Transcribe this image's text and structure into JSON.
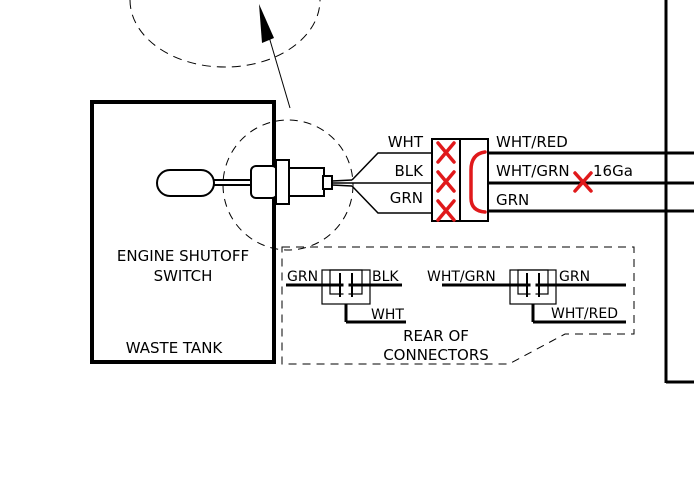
{
  "tank": {
    "switch_label_line1": "ENGINE SHUTOFF",
    "switch_label_line2": "SWITCH",
    "tank_label": "WASTE TANK"
  },
  "left_wires": {
    "top": "WHT",
    "middle": "BLK",
    "bottom": "GRN"
  },
  "right_wires": {
    "top": "WHT/RED",
    "middle": "WHT/GRN",
    "bottom": "GRN",
    "gauge": "16Ga"
  },
  "rear_connectors": {
    "left": {
      "wire_a": "GRN",
      "wire_b": "BLK",
      "wire_c": "WHT"
    },
    "right": {
      "wire_a": "WHT/GRN",
      "wire_b": "GRN",
      "wire_c": "WHT/RED"
    },
    "caption_line1": "REAR OF",
    "caption_line2": "CONNECTORS"
  },
  "colors": {
    "line": "#000000",
    "markup": "#e0191b"
  }
}
